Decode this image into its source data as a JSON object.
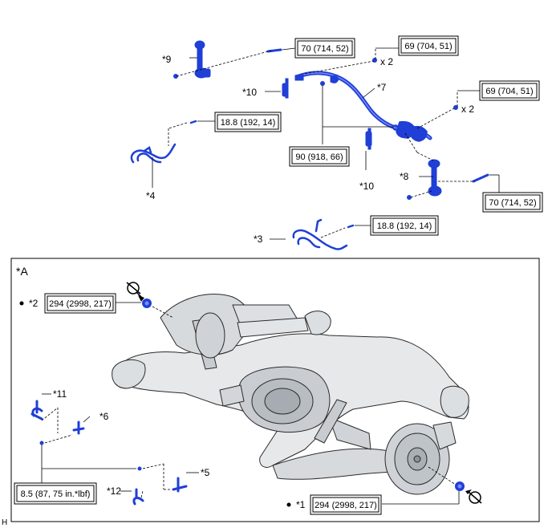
{
  "callouts": {
    "c1": "*1",
    "c2": "*2",
    "c3": "*3",
    "c4": "*4",
    "c5": "*5",
    "c6": "*6",
    "c7": "*7",
    "c8": "*8",
    "c9": "*9",
    "c10a": "*10",
    "c10b": "*10",
    "c11": "*11",
    "c12": "*12",
    "cA": "*A"
  },
  "quantities": {
    "q1": "x 2",
    "q2": "x 2"
  },
  "torques": {
    "t_upper_link": "70 (714, 52)",
    "t_nut_top": "69 (704, 51)",
    "t_nut_right": "69 (704, 51)",
    "t_sensor_upper": "18.8 (192, 14)",
    "t_bracket": "90 (918, 66)",
    "t_lower_link": "70 (714, 52)",
    "t_sensor_lower": "18.8 (192, 14)",
    "t_hub_top": "294 (2998, 217)",
    "t_bolts": "8.5 (87, 75 in.*lbf)",
    "t_hub_bottom": "294 (2998, 217)"
  },
  "footer": {
    "code": "H"
  },
  "colors": {
    "part_blue": "#1f3fd6",
    "frame": "#000000",
    "casting": "#e6e8ea"
  }
}
